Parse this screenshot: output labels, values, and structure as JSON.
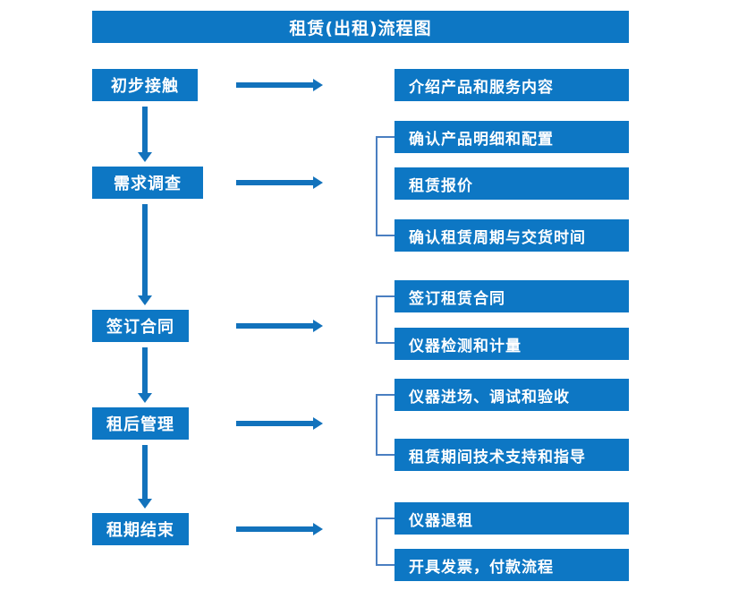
{
  "diagram": {
    "title": "租赁(出租)流程图",
    "accent_color": "#0d77c4",
    "arrow_color": "#1272bc",
    "bracket_color": "#4a7fc1",
    "text_color": "#ffffff"
  },
  "stages": [
    {
      "label": "初步接触"
    },
    {
      "label": "需求调查"
    },
    {
      "label": "签订合同"
    },
    {
      "label": "租后管理"
    },
    {
      "label": "租期结束"
    }
  ],
  "details": [
    {
      "label": "介绍产品和服务内容"
    },
    {
      "label": "确认产品明细和配置"
    },
    {
      "label": "租赁报价"
    },
    {
      "label": "确认租赁周期与交货时间"
    },
    {
      "label": "签订租赁合同"
    },
    {
      "label": "仪器检测和计量"
    },
    {
      "label": "仪器进场、调试和验收"
    },
    {
      "label": "租赁期间技术支持和指导"
    },
    {
      "label": "仪器退租"
    },
    {
      "label": "开具发票，付款流程"
    }
  ]
}
